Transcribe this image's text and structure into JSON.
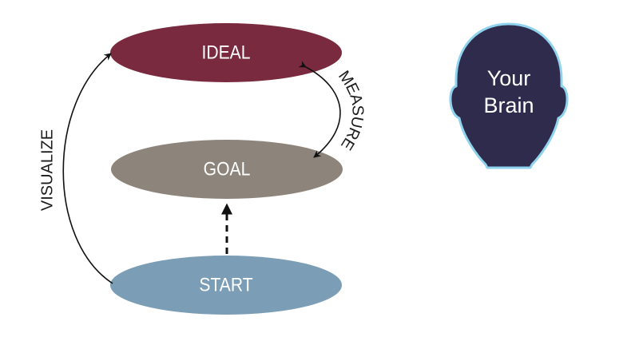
{
  "diagram": {
    "nodes": {
      "ideal": {
        "label": "IDEAL",
        "color": "#7a2a3e"
      },
      "goal": {
        "label": "GOAL",
        "color": "#8d857b"
      },
      "start": {
        "label": "START",
        "color": "#7b9db5"
      }
    },
    "edges": {
      "visualize": {
        "label": "VISUALIZE",
        "from": "start",
        "to": "ideal"
      },
      "measure": {
        "label": "MEASURE",
        "from": "ideal",
        "to": "goal"
      },
      "progress": {
        "from": "start",
        "to": "goal",
        "style": "dashed"
      }
    },
    "head": {
      "line1": "Your",
      "line2": "Brain",
      "fill": "#2e2b4c",
      "outline": "#8fd3ee"
    }
  }
}
